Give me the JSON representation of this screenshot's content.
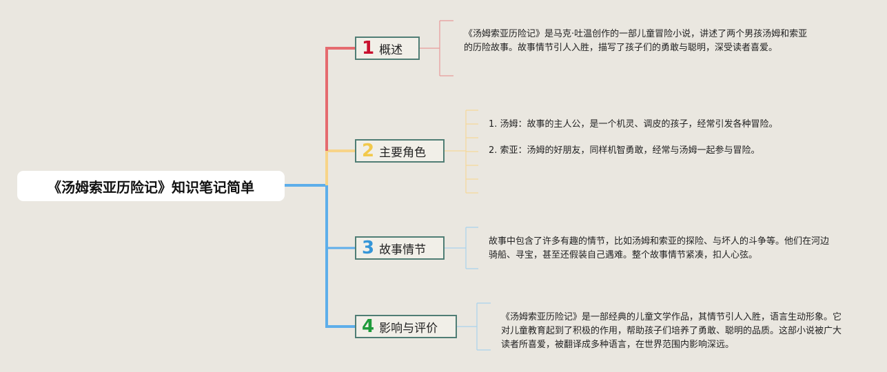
{
  "root": {
    "title": "《汤姆索亚历险记》知识笔记简单"
  },
  "colors": {
    "c1": "#c8102e",
    "c2": "#f2c94c",
    "c3": "#3596d8",
    "c4": "#1e9a3a",
    "line1": "#e56b6f",
    "line2": "#f7d488",
    "line3": "#5daeea",
    "line4": "#5daeea"
  },
  "branches": [
    {
      "num": "1",
      "label": "概述",
      "notes": [
        "《汤姆索亚历险记》是马克·吐温创作的一部儿童冒险小说，讲述了两个男孩汤姆和索亚的历险故事。故事情节引人入胜，描写了孩子们的勇敢与聪明，深受读者喜爱。"
      ]
    },
    {
      "num": "2",
      "label": "主要角色",
      "notes": [
        "1. 汤姆：故事的主人公，是一个机灵、调皮的孩子，经常引发各种冒险。",
        "2. 索亚：汤姆的好朋友，同样机智勇敢，经常与汤姆一起参与冒险。"
      ]
    },
    {
      "num": "3",
      "label": "故事情节",
      "notes": [
        "故事中包含了许多有趣的情节，比如汤姆和索亚的探险、与坏人的斗争等。他们在河边骑船、寻宝，甚至还假装自己遇难。整个故事情节紧凑，扣人心弦。"
      ]
    },
    {
      "num": "4",
      "label": "影响与评价",
      "notes": [
        "《汤姆索亚历险记》是一部经典的儿童文学作品，其情节引人入胜，语言生动形象。它对儿童教育起到了积极的作用，帮助孩子们培养了勇敢、聪明的品质。这部小说被广大读者所喜爱，被翻译成多种语言，在世界范围内影响深远。"
      ]
    }
  ]
}
